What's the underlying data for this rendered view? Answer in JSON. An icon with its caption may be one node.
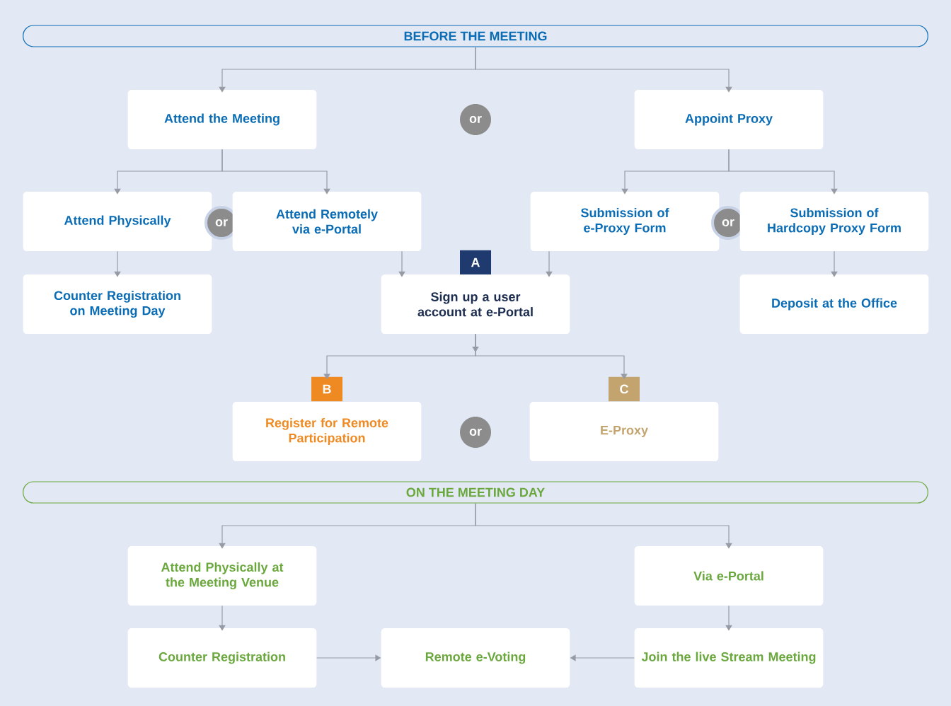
{
  "diagram": {
    "nodes": [
      {
        "text": [
          "BEFORE THE MEETING"
        ]
      },
      {
        "text": [
          "Attend the Meeting"
        ]
      },
      {
        "text": [
          "or"
        ]
      },
      {
        "text": [
          "Appoint Proxy"
        ]
      },
      {
        "text": [
          "Attend Physically"
        ]
      },
      {
        "text": [
          "or"
        ]
      },
      {
        "text": [
          "Attend Remotely via e-Portal"
        ]
      },
      {
        "text": [
          "Submission of e-Proxy Form"
        ]
      },
      {
        "text": [
          "or"
        ]
      },
      {
        "text": [
          "Submission of Hardcopy Proxy Form"
        ]
      },
      {
        "text": [
          "Counter Registration on Meeting Day"
        ]
      },
      {
        "text": [
          "A"
        ]
      },
      {
        "text": [
          "Sign up a user account at e-Portal"
        ]
      },
      {
        "text": [
          "Deposit at the Office"
        ]
      },
      {
        "text": [
          "B"
        ]
      },
      {
        "text": [
          "C"
        ]
      },
      {
        "text": [
          "Register for Remote Participation"
        ]
      },
      {
        "text": [
          "or"
        ]
      },
      {
        "text": [
          "E-Proxy"
        ]
      },
      {
        "text": [
          "ON THE MEETING DAY"
        ]
      },
      {
        "text": [
          "Attend Physically at the Meeting Venue"
        ]
      },
      {
        "text": [
          "Via e-Portal"
        ]
      },
      {
        "text": [
          "Counter Registration"
        ]
      },
      {
        "text": [
          "Remote e-Voting"
        ]
      },
      {
        "text": [
          "Join the live Stream Meeting"
        ]
      }
    ],
    "edges": [
      {
        "from": 0,
        "to": 1,
        "arrow": "to"
      },
      {
        "from": 0,
        "to": 3,
        "arrow": "to"
      },
      {
        "from": 1,
        "to": 4,
        "arrow": "to"
      },
      {
        "from": 1,
        "to": 6,
        "arrow": "to"
      },
      {
        "from": 3,
        "to": 7,
        "arrow": "to"
      },
      {
        "from": 3,
        "to": 9,
        "arrow": "to"
      },
      {
        "from": 4,
        "to": 10,
        "arrow": "to"
      },
      {
        "from": 6,
        "to": 12,
        "arrow": "to"
      },
      {
        "from": 7,
        "to": 12,
        "arrow": "to"
      },
      {
        "from": 9,
        "to": 13,
        "arrow": "to"
      },
      {
        "from": 12,
        "to": 14,
        "arrow": "to"
      },
      {
        "from": 12,
        "to": 15,
        "arrow": "to"
      },
      {
        "from": 19,
        "to": 20,
        "arrow": "to"
      },
      {
        "from": 19,
        "to": 21,
        "arrow": "to"
      },
      {
        "from": 20,
        "to": 22,
        "arrow": "to"
      },
      {
        "from": 21,
        "to": 24,
        "arrow": "to"
      },
      {
        "from": 22,
        "to": 23,
        "arrow": "to"
      },
      {
        "from": 24,
        "to": 23,
        "arrow": "to"
      }
    ]
  }
}
